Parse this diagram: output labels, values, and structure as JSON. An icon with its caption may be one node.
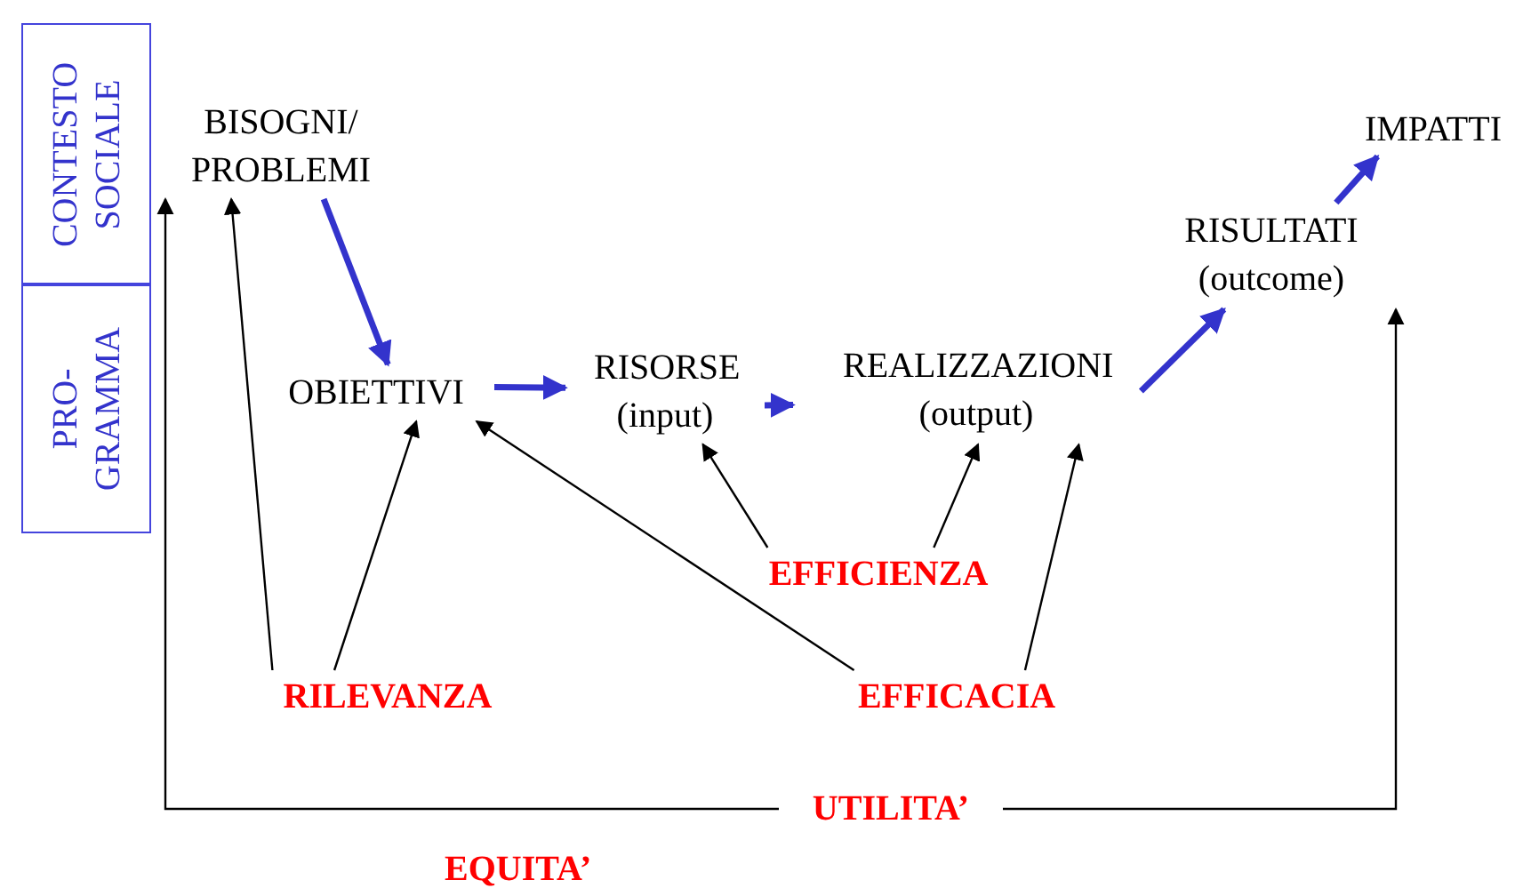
{
  "diagram": {
    "nodes": [
      {
        "text": [
          "CONTESTO SOCIALE"
        ]
      },
      {
        "text": [
          "PRO- GRAMMA"
        ]
      },
      {
        "text": [
          "BISOGNI/ PROBLEMI"
        ]
      },
      {
        "text": [
          "OBIETTIVI"
        ]
      },
      {
        "text": [
          "RISORSE (input)"
        ]
      },
      {
        "text": [
          "REALIZZAZIONI (output)"
        ]
      },
      {
        "text": [
          "RISULTATI (outcome)"
        ]
      },
      {
        "text": [
          "IMPATTI"
        ]
      },
      {
        "text": [
          "EFFICIENZA"
        ]
      },
      {
        "text": [
          "RILEVANZA"
        ]
      },
      {
        "text": [
          "EFFICACIA"
        ]
      },
      {
        "text": [
          "UTILITA’"
        ]
      }
    ],
    "edges": [
      {
        "from": 2,
        "to": 3,
        "arrow": "to",
        "style": "thick",
        "color": "#3333cc"
      },
      {
        "from": 3,
        "to": 4,
        "arrow": "to",
        "style": "thick",
        "color": "#3333cc"
      },
      {
        "from": 4,
        "to": 5,
        "arrow": "to",
        "style": "thick",
        "color": "#3333cc"
      },
      {
        "from": 5,
        "to": 6,
        "arrow": "to",
        "style": "thick",
        "color": "#3333cc"
      },
      {
        "from": 6,
        "to": 7,
        "arrow": "to",
        "style": "thick",
        "color": "#3333cc"
      },
      {
        "from": 9,
        "to": 2,
        "arrow": "to"
      },
      {
        "from": 9,
        "to": 3,
        "arrow": "to"
      },
      {
        "from": 10,
        "to": 3,
        "arrow": "to"
      },
      {
        "from": 8,
        "to": 4,
        "arrow": "to"
      },
      {
        "from": 8,
        "to": 5,
        "arrow": "to"
      },
      {
        "from": 10,
        "to": 5,
        "arrow": "to"
      },
      {
        "from": 11,
        "to": 2,
        "arrow": "to"
      },
      {
        "from": 11,
        "to": 6,
        "arrow": "to"
      }
    ],
    "labels": [
      "EQUITA’"
    ]
  }
}
